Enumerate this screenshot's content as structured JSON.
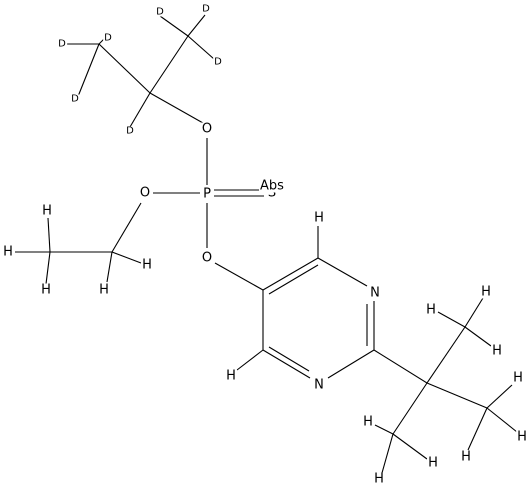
{
  "molecule": {
    "atoms": {
      "d1": "D",
      "d2": "D",
      "d3": "D",
      "d4": "D",
      "d5": "D",
      "d6": "D",
      "d7": "D",
      "o_top": "O",
      "o_left": "O",
      "o_bottom": "O",
      "p": "P",
      "s": "S",
      "stereo": "Abs",
      "h_ethyl1": "H",
      "h_ethyl2": "H",
      "h_ethyl3": "H",
      "h_ethyl4": "H",
      "h_ethyl5": "H",
      "h_ring_top": "H",
      "h_ring_left": "H",
      "n_right": "N",
      "n_bottom": "N",
      "h_tb1": "H",
      "h_tb2": "H",
      "h_tb3": "H",
      "h_tb4": "H",
      "h_tb5": "H",
      "h_tb6": "H",
      "h_tb7": "H",
      "h_tb8": "H",
      "h_tb9": "H"
    }
  }
}
